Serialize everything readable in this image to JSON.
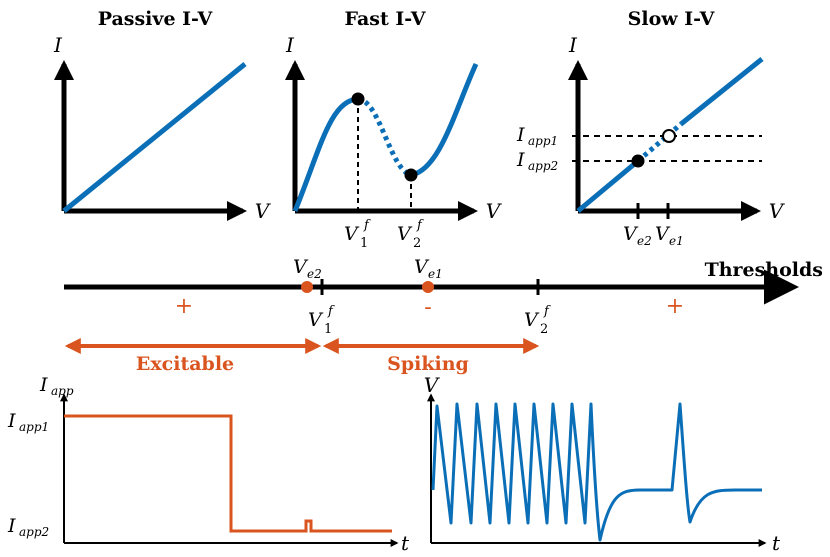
{
  "panels": {
    "passive": {
      "title": "Passive I-V",
      "ylabel": "I",
      "xlabel": "V"
    },
    "fast": {
      "title": "Fast I-V",
      "ylabel": "I",
      "xlabel": "V",
      "v1": "V",
      "v1_sup": "f",
      "v1_sub": "1",
      "v2": "V",
      "v2_sup": "f",
      "v2_sub": "2"
    },
    "slow": {
      "title": "Slow I-V",
      "ylabel": "I",
      "xlabel": "V",
      "iapp1": "I",
      "iapp1_sub": "app1",
      "iapp2": "I",
      "iapp2_sub": "app2",
      "ve2": "V",
      "ve2_sub": "e2",
      "ve1": "V",
      "ve1_sub": "e1"
    }
  },
  "threshold_line": {
    "label": "Thresholds",
    "ve2": "V",
    "ve2_sub": "e2",
    "ve1": "V",
    "ve1_sub": "e1",
    "v1": "V",
    "v1_sup": "f",
    "v1_sub": "1",
    "v2": "V",
    "v2_sup": "f",
    "v2_sub": "2",
    "signs": [
      "+",
      "-",
      "+"
    ]
  },
  "regions": {
    "excitable": "Excitable",
    "spiking": "Spiking"
  },
  "input_plot": {
    "ylabel": "I",
    "ylabel_sub": "app",
    "high": "I",
    "high_sub": "app1",
    "low": "I",
    "low_sub": "app2",
    "xlabel": "t"
  },
  "voltage_plot": {
    "ylabel": "V",
    "xlabel": "t"
  },
  "colors": {
    "blue": "#0b6fb8",
    "orange": "#d9541e",
    "black": "#000000"
  }
}
